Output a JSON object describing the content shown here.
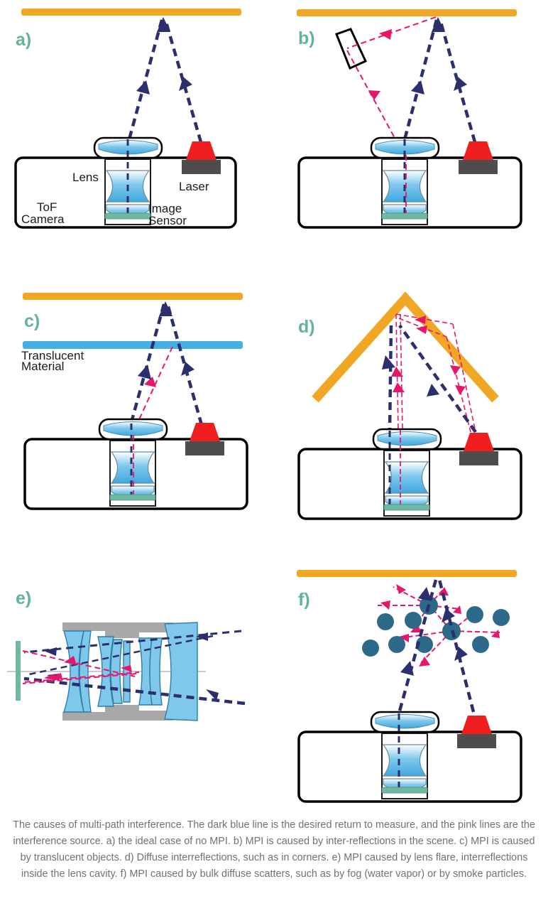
{
  "figure": {
    "panels": [
      {
        "id": "a",
        "label": "a)",
        "title": "ideal case of no MPI",
        "labels": {
          "lens": "Lens",
          "laser": "Laser",
          "tof_camera_line1": "ToF",
          "tof_camera_line2": "Camera",
          "image_sensor_line1": "Image",
          "image_sensor_line2": "Sensor"
        }
      },
      {
        "id": "b",
        "label": "b)",
        "title": "MPI caused by inter-reflections in the scene",
        "labels": {}
      },
      {
        "id": "c",
        "label": "c)",
        "title": "MPI caused by translucent objects",
        "labels": {
          "translucent_line1": "Translucent",
          "translucent_line2": "Material"
        }
      },
      {
        "id": "d",
        "label": "d)",
        "title": "Diffuse interreflections, such as in corners",
        "labels": {}
      },
      {
        "id": "e",
        "label": "e)",
        "title": "MPI caused by lens flare, interreflections inside the lens cavity",
        "labels": {}
      },
      {
        "id": "f",
        "label": "f)",
        "title": "MPI caused by bulk diffuse scatters, such as by fog or smoke particles",
        "labels": {}
      }
    ],
    "caption": "The causes of multi-path interference. The dark blue line is the desired return to measure, and the pink lines are the interference source. a) the ideal case of no MPI. b) MPI is caused by inter-reflections in the scene. c) MPI is caused by translucent objects. d) Diffuse interreflections, such as in corners. e) MPI caused by lens flare, interreflections inside the lens cavity. f) MPI caused by bulk diffuse scatters, such as by fog (water vapor) or by smoke particles.",
    "colors": {
      "wall_orange": "#EFA724",
      "translucent_blue": "#45AFE2",
      "desired_ray_dark_blue": "#2B2F6E",
      "interference_ray_pink": "#E8166A",
      "panel_label_green": "#63b29a",
      "image_sensor_green": "#6FB9A4",
      "laser_red": "#F01E1E",
      "laser_mount_gray": "#4D4D4D",
      "lens_glass_blue": "#66BEE8",
      "barrel_gray": "#A8A8A8",
      "particle_blue": "#2D6A8A",
      "caption_gray": "#6d7278",
      "outline_black": "#000000"
    }
  }
}
